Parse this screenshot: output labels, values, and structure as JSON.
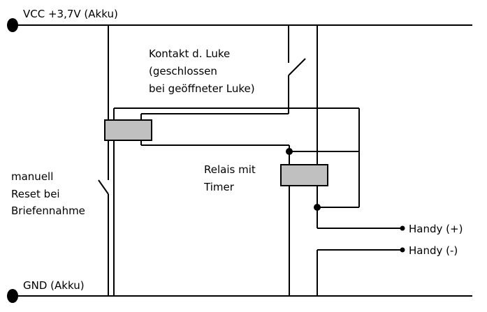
{
  "labels": {
    "vcc": "VCC +3,7V (Akku)",
    "gnd": "GND (Akku)",
    "kontakt": [
      "Kontakt d. Luke",
      "(geschlossen",
      "bei geöffneter Luke)"
    ],
    "reset": [
      "manuell",
      "Reset bei",
      "Briefennahme"
    ],
    "relais": [
      "Relais mit",
      "Timer"
    ],
    "handy_plus": "Handy (+)",
    "handy_minus": "Handy (-)"
  },
  "colors": {
    "wire": "#000000",
    "box_fill": "#c0c0c0",
    "background": "#ffffff"
  }
}
